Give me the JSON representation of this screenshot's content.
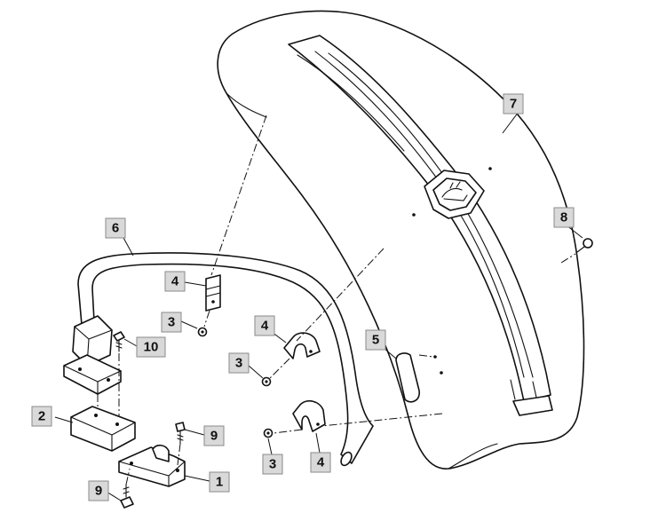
{
  "diagram": {
    "callouts": [
      {
        "id": "c1",
        "label": "1"
      },
      {
        "id": "c2",
        "label": "2"
      },
      {
        "id": "c3a",
        "label": "3"
      },
      {
        "id": "c3b",
        "label": "3"
      },
      {
        "id": "c3c",
        "label": "3"
      },
      {
        "id": "c4a",
        "label": "4"
      },
      {
        "id": "c4b",
        "label": "4"
      },
      {
        "id": "c4c",
        "label": "4"
      },
      {
        "id": "c5",
        "label": "5"
      },
      {
        "id": "c6",
        "label": "6"
      },
      {
        "id": "c7",
        "label": "7"
      },
      {
        "id": "c8",
        "label": "8"
      },
      {
        "id": "c9a",
        "label": "9"
      },
      {
        "id": "c9b",
        "label": "9"
      },
      {
        "id": "c10",
        "label": "10"
      }
    ]
  }
}
